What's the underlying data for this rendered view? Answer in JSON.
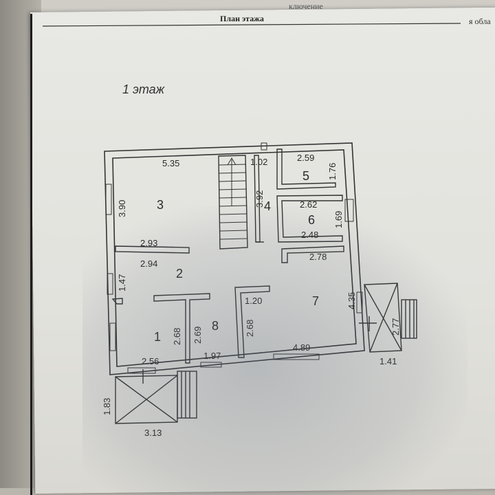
{
  "header": {
    "title": "План этажа",
    "top_fragment": "ключение",
    "right_fragment": "я обла"
  },
  "floor_label": "1  этаж",
  "rooms": [
    {
      "id": "1",
      "label": "1"
    },
    {
      "id": "2",
      "label": "2"
    },
    {
      "id": "3",
      "label": "3"
    },
    {
      "id": "4",
      "label": "4"
    },
    {
      "id": "5",
      "label": "5"
    },
    {
      "id": "6",
      "label": "6"
    },
    {
      "id": "7",
      "label": "7"
    },
    {
      "id": "8",
      "label": "8"
    }
  ],
  "dimensions": {
    "r3_width": "5.35",
    "r3_height": "3.90",
    "r3_bottom": "2.93",
    "r2_top": "2.94",
    "r2_left": "1.47",
    "r4_top": "1.02",
    "r4_height": "3.92",
    "r5_width": "2.59",
    "r5_height": "1.76",
    "r6_width": "2.62",
    "r6_height": "1.69",
    "r6_bottom": "2.48",
    "r7_top": "2.78",
    "r7_right": "4.35",
    "r7_left": "2.68",
    "r7_corridor": "1.20",
    "r7_bottom": "4.89",
    "r1_right": "2.68",
    "r1_bottom": "2.56",
    "r8_left": "2.69",
    "r8_bottom": "1.97",
    "porch_right_h": "2.77",
    "porch_right_w": "1.41",
    "porch_left_h": "1.83",
    "porch_left_w": "3.13"
  }
}
